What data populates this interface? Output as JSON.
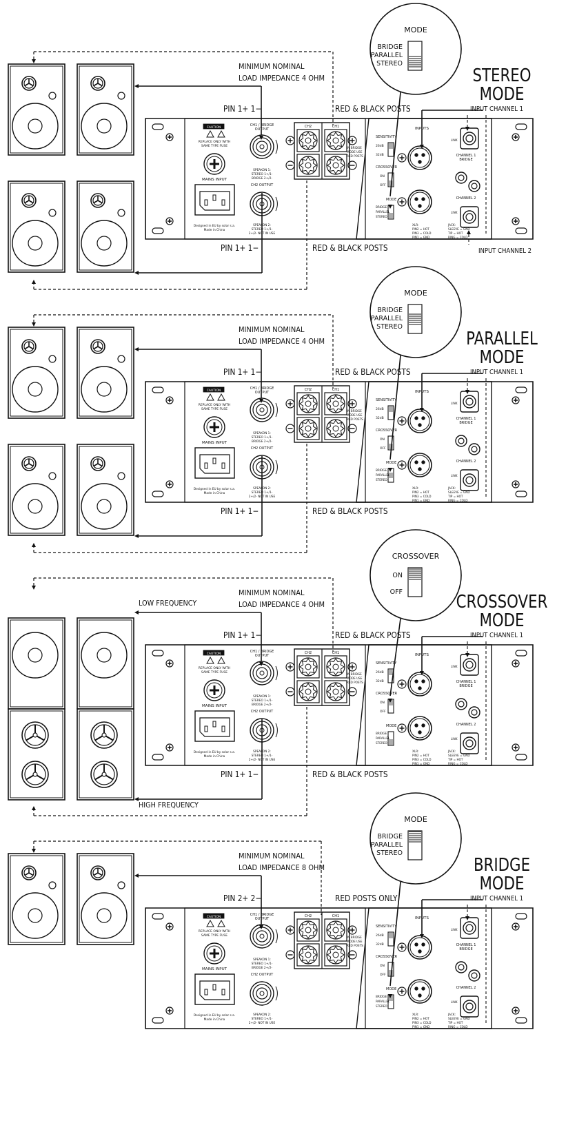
{
  "panels": [
    {
      "mode_lines": [
        "STEREO",
        "MODE"
      ],
      "callout_title": "MODE",
      "callout_options": [
        "BRIDGE",
        "PARALLEL",
        "STEREO"
      ],
      "callout_switch": "stereo",
      "impedance_lines": [
        "MINIMUM NOMINAL",
        "LOAD IMPEDANCE 4 OHM"
      ],
      "pin_top": "PIN 1+ 1−",
      "pin_bottom": "PIN 1+ 1−",
      "posts_top": "RED & BLACK POSTS",
      "posts_bottom": "RED & BLACK POSTS",
      "input1": "INPUT CHANNEL 1",
      "input2": "INPUT CHANNEL 2",
      "low_label": "",
      "high_label": "",
      "speaker_style": "full",
      "arrow": "mode"
    },
    {
      "mode_lines": [
        "PARALLEL",
        "MODE"
      ],
      "callout_title": "MODE",
      "callout_options": [
        "BRIDGE",
        "PARALLEL",
        "STEREO"
      ],
      "callout_switch": "parallel",
      "impedance_lines": [
        "MINIMUM NOMINAL",
        "LOAD IMPEDANCE 4 OHM"
      ],
      "pin_top": "PIN 1+ 1−",
      "pin_bottom": "PIN 1+ 1−",
      "posts_top": "RED & BLACK POSTS",
      "posts_bottom": "RED & BLACK POSTS",
      "input1": "INPUT CHANNEL 1",
      "input2": "",
      "low_label": "",
      "high_label": "",
      "speaker_style": "full",
      "arrow": "mode"
    },
    {
      "mode_lines": [
        "CROSSOVER",
        "MODE"
      ],
      "callout_title": "CROSSOVER",
      "callout_options": [
        "ON",
        "OFF"
      ],
      "callout_switch": "on",
      "impedance_lines": [
        "MINIMUM NOMINAL",
        "LOAD IMPEDANCE 4 OHM"
      ],
      "pin_top": "PIN 1+ 1−",
      "pin_bottom": "PIN 1+ 1−",
      "posts_top": "RED & BLACK POSTS",
      "posts_bottom": "RED & BLACK POSTS",
      "input1": "INPUT CHANNEL 1",
      "input2": "",
      "low_label": "LOW FREQUENCY",
      "high_label": "HIGH FREQUENCY",
      "speaker_style": "crossover",
      "arrow": "crossover"
    },
    {
      "mode_lines": [
        "BRIDGE",
        "MODE"
      ],
      "callout_title": "MODE",
      "callout_options": [
        "BRIDGE",
        "PARALLEL",
        "STEREO"
      ],
      "callout_switch": "bridge",
      "impedance_lines": [
        "MINIMUM NOMINAL",
        "LOAD IMPEDANCE 8 OHM"
      ],
      "pin_top": "PIN 2+ 2−",
      "pin_bottom": "",
      "posts_top": "RED POSTS ONLY",
      "posts_bottom": "",
      "input1": "INPUT CHANNEL 1",
      "input2": "",
      "low_label": "",
      "high_label": "",
      "speaker_style": "bridge",
      "arrow": "mode"
    }
  ],
  "amp": {
    "caution": "CAUTION",
    "fuse": [
      "REPLACE ONLY WITH",
      "SAME TYPE FUSE"
    ],
    "mains": "MAINS INPUT",
    "design": [
      "Designed in EU by solar s.a.",
      "Made in China"
    ],
    "ch1_out": [
      "CH1 / BRIDGE",
      "OUTPUT"
    ],
    "ch2_out": "CH2 OUTPUT",
    "speakon1": [
      "SPEAKON 1:",
      "STEREO 1+/1-",
      "BRIDGE 2+/2-"
    ],
    "speakon2": [
      "SPEAKON 2:",
      "STEREO 1+/1-",
      "2+/2- NOT IN USE"
    ],
    "ch2": "CH2",
    "ch1": "CH1",
    "bridge_note": [
      "IN BRIDGE",
      "MODE USE",
      "RED POSTS"
    ],
    "sensitivity": "SENSITIVITY",
    "sens_26": "26dB",
    "sens_32": "32dB",
    "crossover": "CROSSOVER",
    "on": "ON",
    "off": "OFF",
    "mode": "MODE",
    "mode_opts": [
      "BRIDGE",
      "PARALLEL",
      "STEREO"
    ],
    "inputs": "INPUTS",
    "link": "LINK",
    "channel1": [
      "CHANNEL 1",
      "BRIDGE"
    ],
    "channel2": "CHANNEL 2",
    "xlr": [
      "XLR:",
      "PIN2 = HOT",
      "PIN3 = COLD",
      "PIN1 = GND"
    ],
    "jack": [
      "JACK:",
      "SLEEVE = GND",
      "TIP    = HOT",
      "RING   = COLD"
    ]
  }
}
